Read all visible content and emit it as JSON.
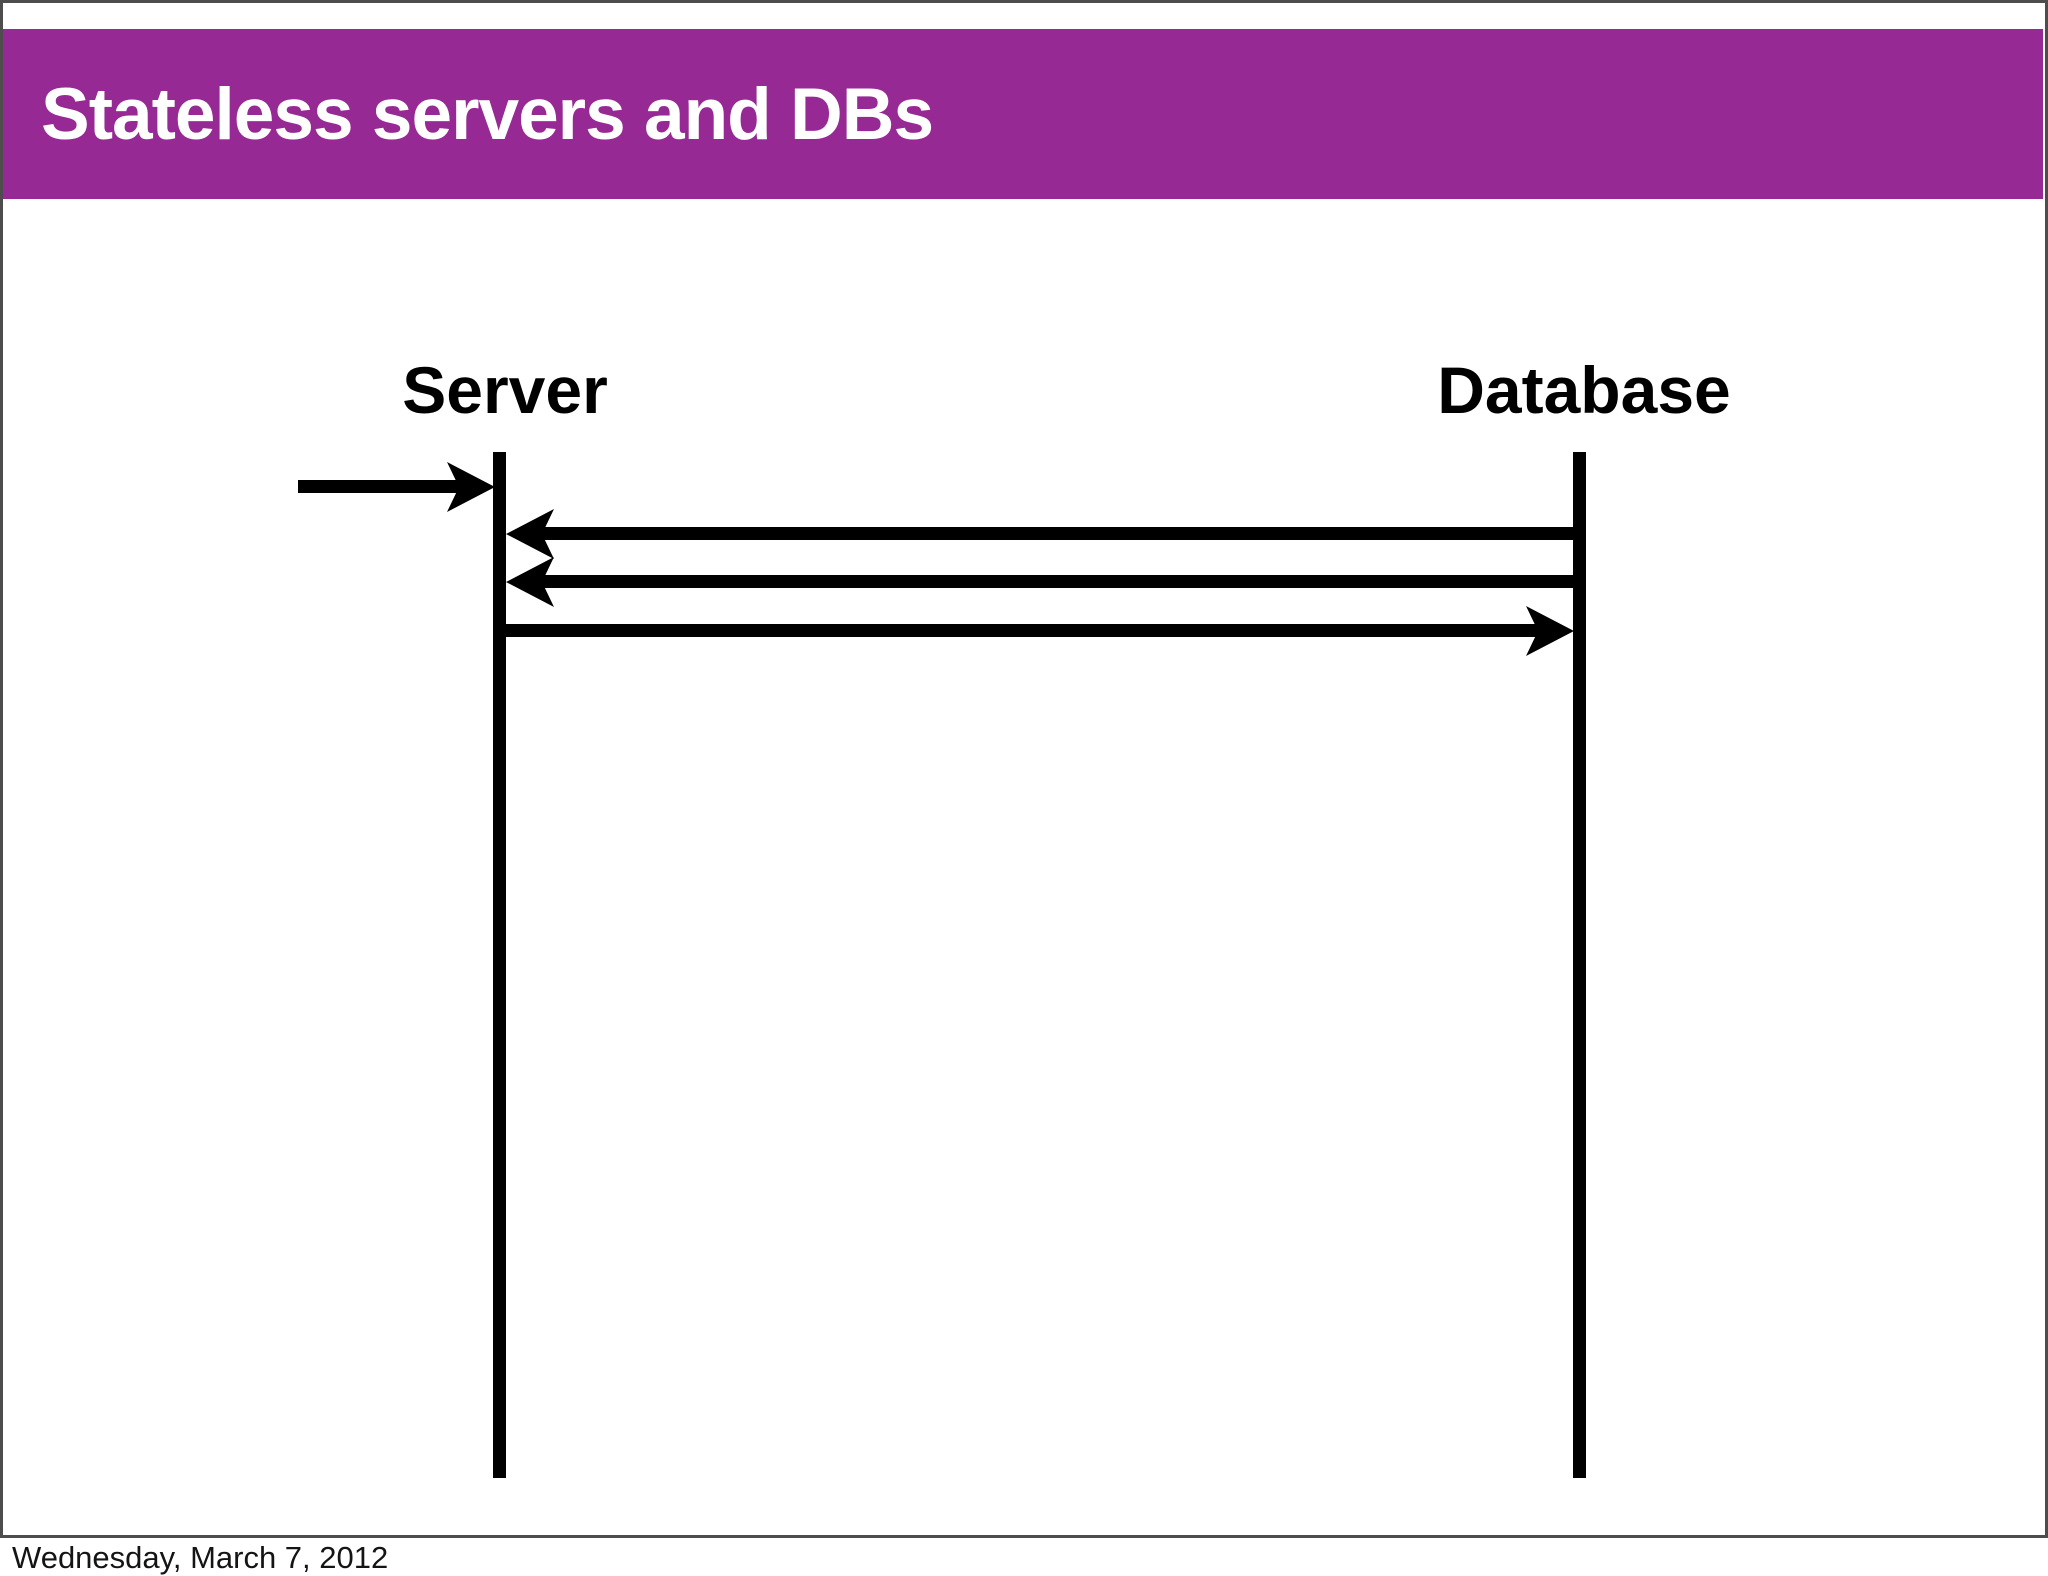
{
  "slide": {
    "title": "Stateless servers and DBs"
  },
  "theme": {
    "title_bar_color": "#962994",
    "title_text_color": "#ffffff",
    "slide_background": "#ffffff",
    "slide_border_color": "#4d4d4d",
    "diagram_ink_color": "#000000"
  },
  "diagram": {
    "type": "sequence-diagram",
    "actors": [
      {
        "id": "server",
        "label": "Server"
      },
      {
        "id": "database",
        "label": "Database"
      }
    ],
    "messages": [
      {
        "from": "external-client",
        "to": "server",
        "direction": "right"
      },
      {
        "from": "database",
        "to": "server",
        "direction": "left"
      },
      {
        "from": "database",
        "to": "server",
        "direction": "left"
      },
      {
        "from": "server",
        "to": "database",
        "direction": "right"
      }
    ]
  },
  "footer": {
    "date": "Wednesday, March 7, 2012"
  }
}
